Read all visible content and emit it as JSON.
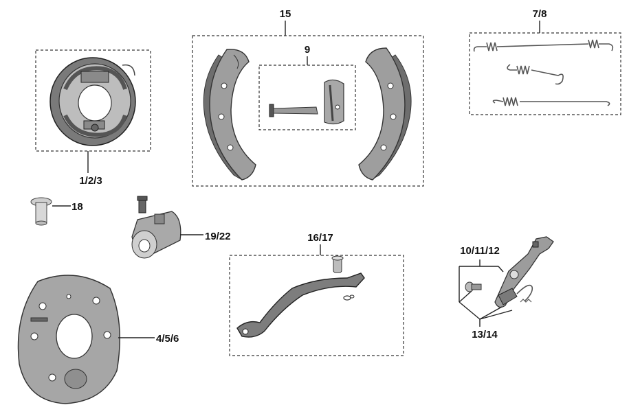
{
  "labels": {
    "l1": "15",
    "l2": "9",
    "l3": "7/8",
    "l4": "1/2/3",
    "l5": "18",
    "l6": "19/22",
    "l7": "16/17",
    "l8": "10/11/12",
    "l9": "13/14",
    "l10": "4/5/6"
  }
}
